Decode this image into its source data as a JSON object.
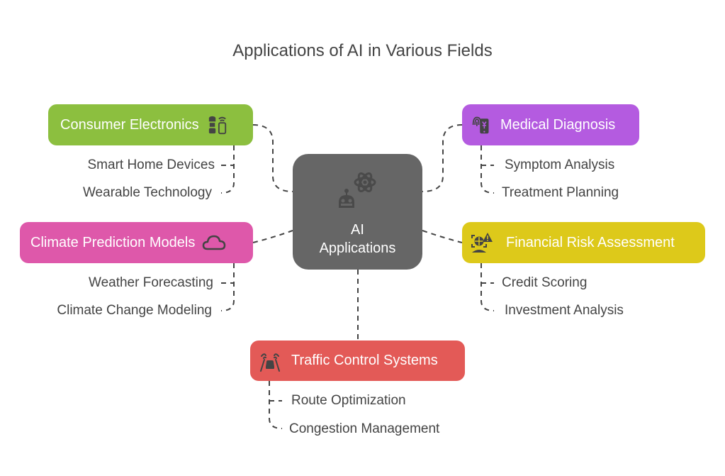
{
  "title": "Applications of AI in Various Fields",
  "center": {
    "line1": "AI",
    "line2": "Applications",
    "icon": "robot-atom-icon",
    "color": "#666666"
  },
  "branches": [
    {
      "id": "consumer-electronics",
      "label": "Consumer Electronics",
      "icon": "smart-speaker-phone-icon",
      "color": "#8CBF3F",
      "children": [
        "Smart Home Devices",
        "Wearable Technology"
      ]
    },
    {
      "id": "medical-diagnosis",
      "label": "Medical Diagnosis",
      "icon": "fingerprint-phone-icon",
      "color": "#B45BE0",
      "children": [
        "Symptom Analysis",
        "Treatment Planning"
      ]
    },
    {
      "id": "climate-prediction-models",
      "label": "Climate Prediction Models",
      "icon": "cloud-icon",
      "color": "#DE58AA",
      "children": [
        "Weather Forecasting",
        "Climate Change Modeling"
      ]
    },
    {
      "id": "financial-risk-assessment",
      "label": "Financial Risk Assessment",
      "icon": "globe-warning-icon",
      "color": "#DDC91A",
      "children": [
        "Credit Scoring",
        "Investment Analysis"
      ]
    },
    {
      "id": "traffic-control-systems",
      "label": "Traffic Control Systems",
      "icon": "car-signal-icon",
      "color": "#E35A57",
      "children": [
        "Route Optimization",
        "Congestion Management"
      ]
    }
  ],
  "connector_color": "#444444"
}
